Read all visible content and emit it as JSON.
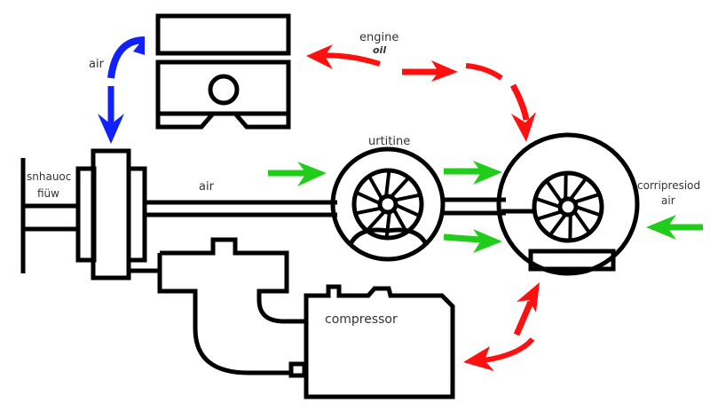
{
  "diagram": {
    "title": "Turbocharger / engine air flow schematic",
    "colors": {
      "outline": "#000000",
      "exhaust_flow": "#ff1010",
      "air_flow": "#22cc1a",
      "intake_air": "#1020ff",
      "label_text": "#333333",
      "background": "#ffffff"
    },
    "components": {
      "engine_block": {
        "label": ""
      },
      "manifold": {
        "label": ""
      },
      "turbine": {
        "label": "urtitine",
        "icon": "turbine-wheel-icon"
      },
      "compressor_wheel": {
        "label": "",
        "icon": "compressor-wheel-icon"
      },
      "compressor_housing": {
        "label": "compressor"
      },
      "intake_pipe": {
        "label": ""
      }
    },
    "labels": {
      "air_top": "air",
      "engine_oil_line1": "engine",
      "engine_oil_line2": "oil",
      "exhaust_flow_line1": "snhauoc",
      "exhaust_flow_line2": "fiüw",
      "air_shaft": "air",
      "turbine": "urtitine",
      "compressed_air_line1": "corripresiod",
      "compressed_air_line2": "air",
      "compressor": "compressor"
    },
    "arrows": [
      {
        "name": "intake-air-arrow",
        "color": "intake_air",
        "from": "engine_block",
        "to": "manifold"
      },
      {
        "name": "engine-oil-return-arrow",
        "color": "exhaust_flow",
        "from": "engine_oil",
        "to": "engine_block"
      },
      {
        "name": "engine-oil-forward-arrow",
        "color": "exhaust_flow",
        "from": "engine_oil",
        "to": "compressor_wheel"
      },
      {
        "name": "air-into-turbine-arrow",
        "color": "air_flow",
        "from": "shaft",
        "to": "turbine"
      },
      {
        "name": "air-turbine-to-compressor-upper-arrow",
        "color": "air_flow",
        "from": "turbine",
        "to": "compressor_wheel"
      },
      {
        "name": "air-turbine-to-compressor-lower-arrow",
        "color": "air_flow",
        "from": "turbine",
        "to": "compressor_wheel"
      },
      {
        "name": "compressed-air-inlet-arrow",
        "color": "air_flow",
        "from": "outside",
        "to": "compressor_wheel"
      },
      {
        "name": "compressor-feedback-arrow",
        "color": "exhaust_flow",
        "from": "compressor_housing",
        "to": "compressor_wheel"
      }
    ]
  }
}
